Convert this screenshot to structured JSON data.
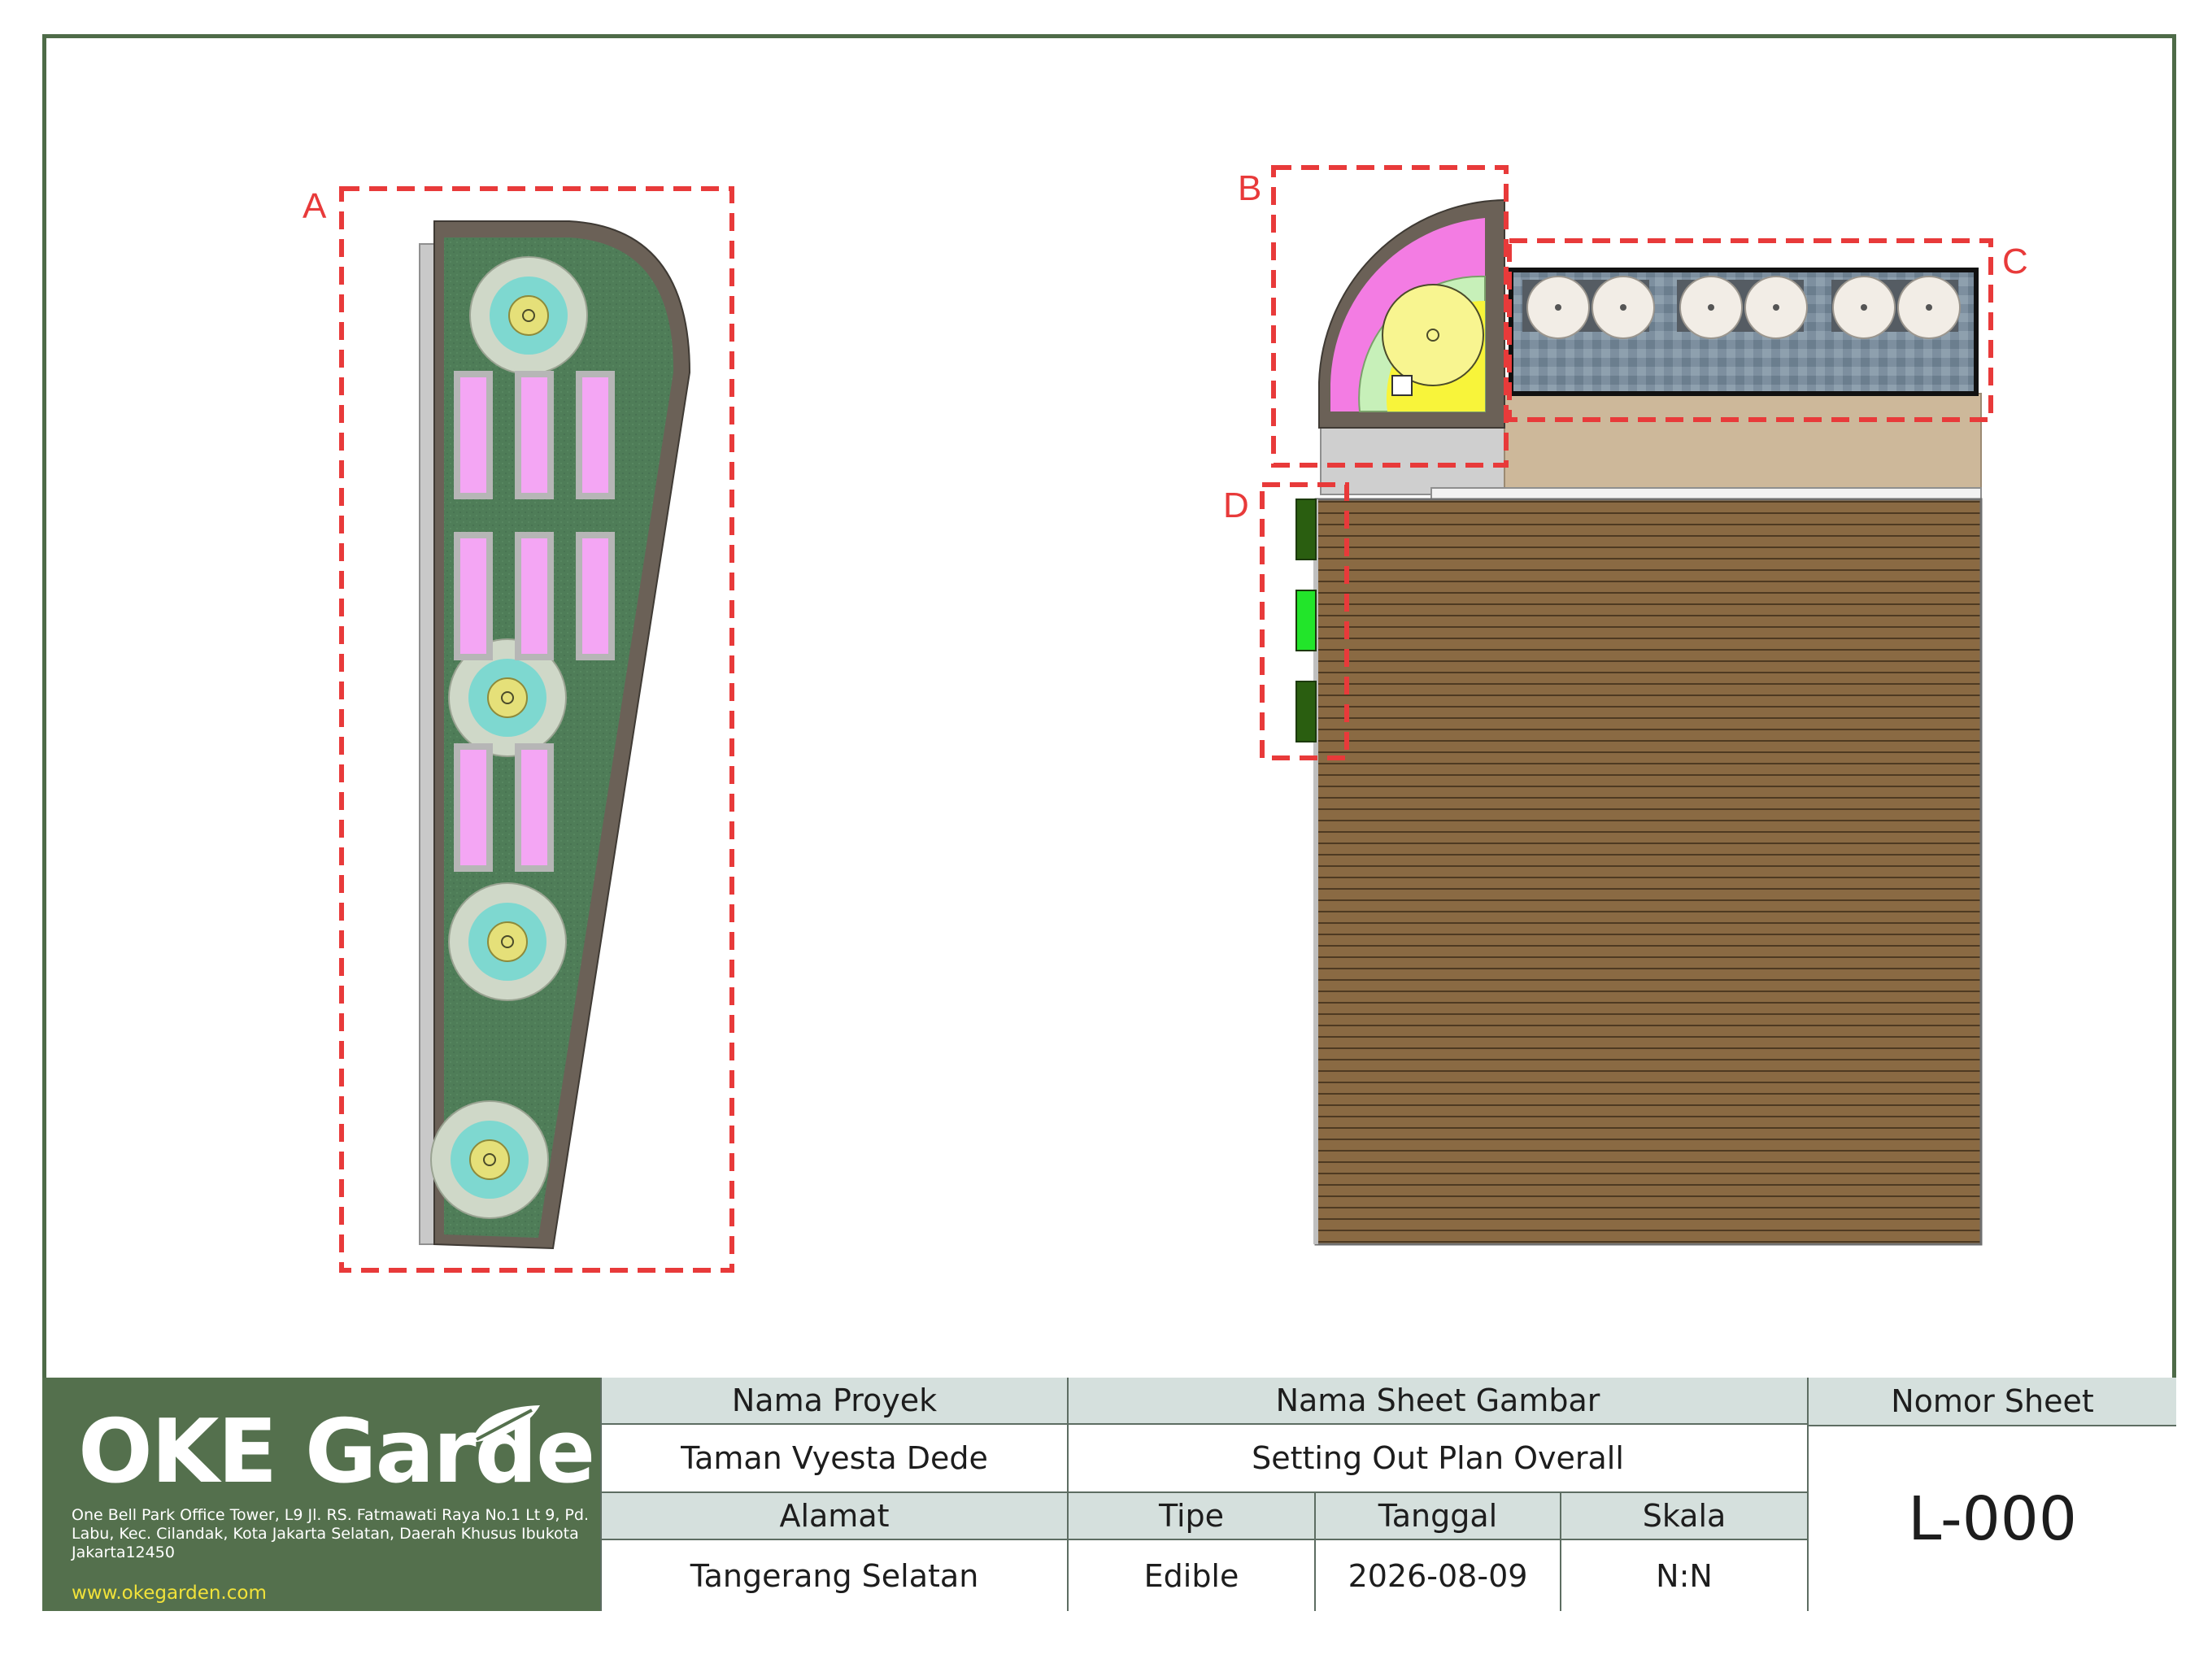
{
  "drawing": {
    "zone_labels": [
      "A",
      "B",
      "C",
      "D"
    ],
    "colors": {
      "highlight_box": "#e83a3a",
      "lawn": "#4f7d58",
      "edging": "#6b6157",
      "paving_strip": "#c9c9c9",
      "planter_fill": "#f4a6f4",
      "deck": "#8a6a43",
      "quarter_bed_pink": "#f37ce3",
      "quarter_bed_yellow": "#f8f43a",
      "pond": "#7b8e9e",
      "d_planter_green": "#2a5e10",
      "d_planter_bright": "#22e52a"
    }
  },
  "title_block": {
    "brand": "OKE Garden",
    "address": "One Bell Park Office Tower, L9 Jl. RS. Fatmawati Raya No.1 Lt 9, Pd. Labu, Kec. Cilandak, Kota Jakarta Selatan, Daerah Khusus Ibukota Jakarta12450",
    "website": "www.okegarden.com",
    "project_name_label": "Nama Proyek",
    "project_name": "Taman Vyesta Dede",
    "sheet_name_label": "Nama Sheet Gambar",
    "sheet_name": "Setting Out Plan Overall",
    "sheet_number_label": "Nomor Sheet",
    "sheet_number": "L-000",
    "address_label": "Alamat",
    "address_value": "Tangerang Selatan",
    "type_label": "Tipe",
    "type_value": "Edible",
    "date_label": "Tanggal",
    "date_value": "2026-08-09",
    "scale_label": "Skala",
    "scale_value": "N:N"
  }
}
